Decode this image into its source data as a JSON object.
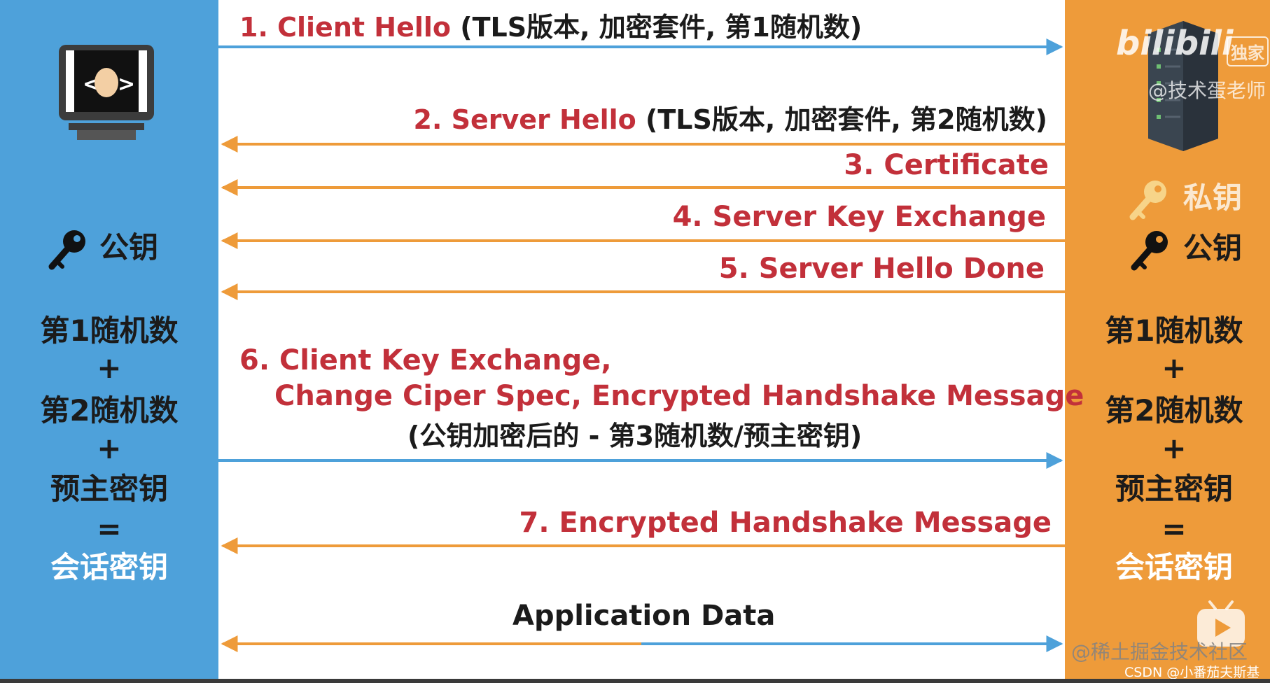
{
  "client": {
    "public_key_label": "公钥",
    "random1": "第1随机数",
    "plus1": "+",
    "random2": "第2随机数",
    "plus2": "+",
    "premaster": "预主密钥",
    "equals": "=",
    "session_key": "会话密钥"
  },
  "server": {
    "private_key_label": "私钥",
    "public_key_label": "公钥",
    "random1": "第1随机数",
    "plus1": "+",
    "random2": "第2随机数",
    "plus2": "+",
    "premaster": "预主密钥",
    "equals": "=",
    "session_key": "会话密钥"
  },
  "messages": {
    "m1_red": "1. Client Hello",
    "m1_detail": "(TLS版本, 加密套件, 第1随机数)",
    "m2_red": "2. Server Hello",
    "m2_detail": "(TLS版本, 加密套件, 第2随机数)",
    "m3": "3. Certificate",
    "m4": "4. Server Key Exchange",
    "m5": "5. Server Hello Done",
    "m6_line1": "6. Client Key Exchange,",
    "m6_line2": "Change Ciper Spec,  Encrypted Handshake Message",
    "m6_detail": "(公钥加密后的 - 第3随机数/预主密钥)",
    "m7": "7. Encrypted Handshake Message",
    "app_data": "Application Data"
  },
  "watermarks": {
    "bilibili": "bilibili",
    "exclusive": "独家",
    "author": "@技术蛋老师",
    "juejin": "@稀土掘金技术社区",
    "csdn": "CSDN @小番茄夫斯基"
  },
  "colors": {
    "client_panel": "#4ea1da",
    "server_panel": "#ee9b3a",
    "arrow_to_server": "#4ea1da",
    "arrow_to_client": "#ee9b3a",
    "message_red": "#c2303a"
  },
  "icons": {
    "client": "monitor-icon",
    "server": "server-rack-icon",
    "key": "key-icon"
  }
}
